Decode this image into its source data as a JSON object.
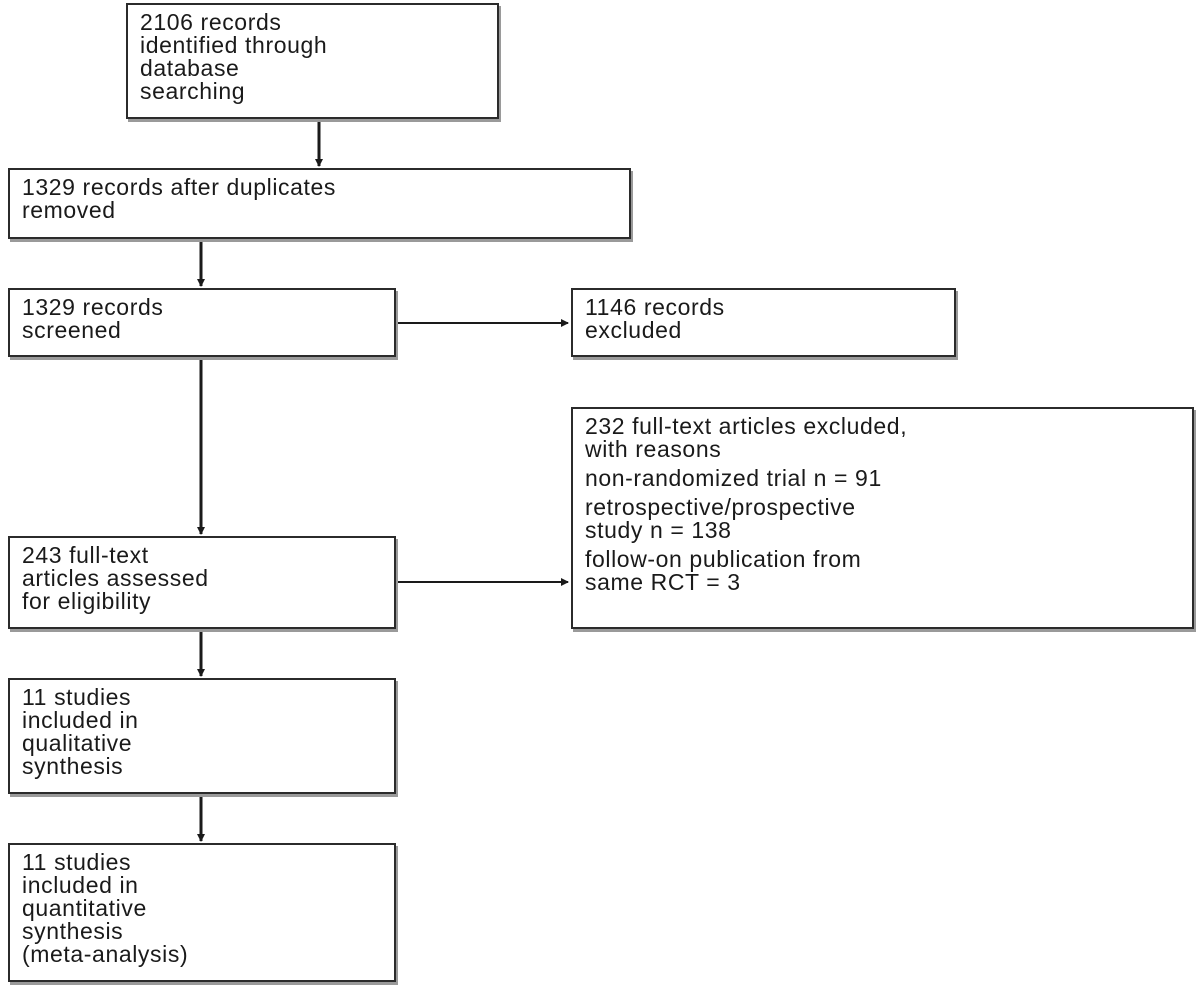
{
  "boxes": {
    "identified": "2106 records\nidentified through\ndatabase\nsearching",
    "duplicates_removed": "1329 records after duplicates\nremoved",
    "screened": "1329 records\nscreened",
    "excluded": "1146 records\nexcluded",
    "assessed": "243 full-text\narticles assessed\nfor eligibility",
    "fulltext_excluded": {
      "heading": "232 full-text articles excluded,\nwith reasons",
      "reasons": [
        "non-randomized trial n = 91",
        "retrospective/prospective\nstudy n = 138",
        "follow-on publication from\nsame RCT = 3"
      ]
    },
    "qualitative": "11 studies\nincluded in\nqualitative\nsynthesis",
    "quantitative": "11 studies\nincluded in\nquantitative\nsynthesis\n(meta-analysis)"
  },
  "colors": {
    "border": "#2b2b2b",
    "shadow": "#9a9a9a",
    "text": "#1a1a1a"
  }
}
